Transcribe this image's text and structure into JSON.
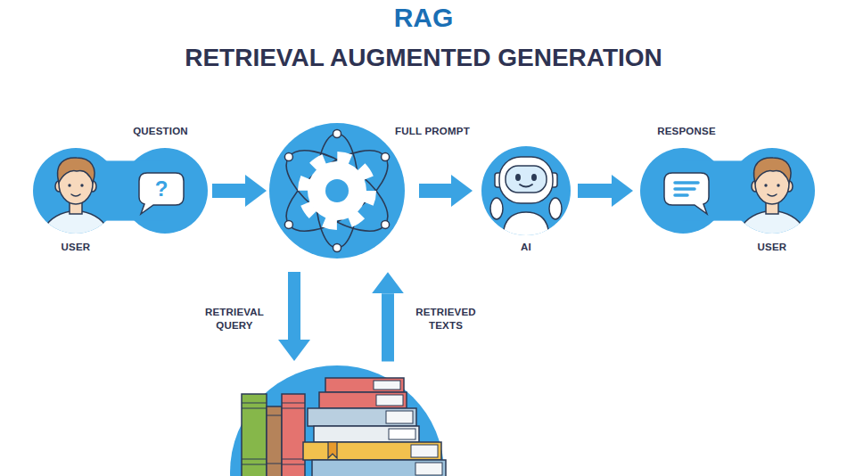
{
  "diagram": {
    "title": "RAG",
    "nodes": [
      {
        "text": [
          "USER"
        ]
      },
      {
        "text": []
      },
      {
        "text": [
          "AI"
        ]
      },
      {
        "text": [
          "USER"
        ]
      },
      {
        "text": []
      }
    ],
    "edges": [
      {
        "from": 0,
        "to": 1,
        "arrow": "to",
        "label": "QUESTION"
      },
      {
        "from": 1,
        "to": 2,
        "arrow": "to",
        "label": "FULL PROMPT"
      },
      {
        "from": 2,
        "to": 3,
        "arrow": "to",
        "label": "RESPONSE"
      },
      {
        "from": 1,
        "to": 4,
        "arrow": "to",
        "label": "RETRIEVAL QUERY"
      },
      {
        "from": 4,
        "to": 1,
        "arrow": "to",
        "label": "RETRIEVED TEXTS"
      }
    ],
    "labels": [
      "RETRIEVAL AUGMENTED GENERATION",
      "?"
    ]
  }
}
